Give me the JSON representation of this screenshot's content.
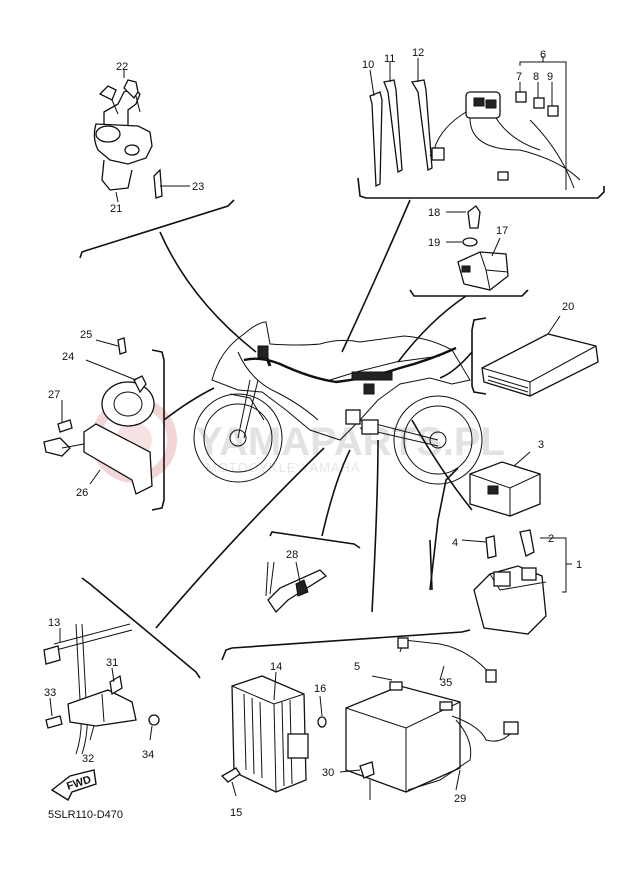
{
  "diagram_code": "5SLR110-D470",
  "fwd_label": "FWD",
  "watermark": {
    "brand": "YAMAPARTS.PL",
    "subtitle": "MOTOCYKLE YAMAHA"
  },
  "part_numbers": [
    "1",
    "2",
    "3",
    "4",
    "5",
    "6",
    "7",
    "8",
    "9",
    "10",
    "11",
    "12",
    "13",
    "14",
    "15",
    "16",
    "17",
    "18",
    "19",
    "20",
    "21",
    "22",
    "23",
    "24",
    "25",
    "26",
    "27",
    "28",
    "29",
    "30",
    "31",
    "32",
    "33",
    "34",
    "35"
  ]
}
